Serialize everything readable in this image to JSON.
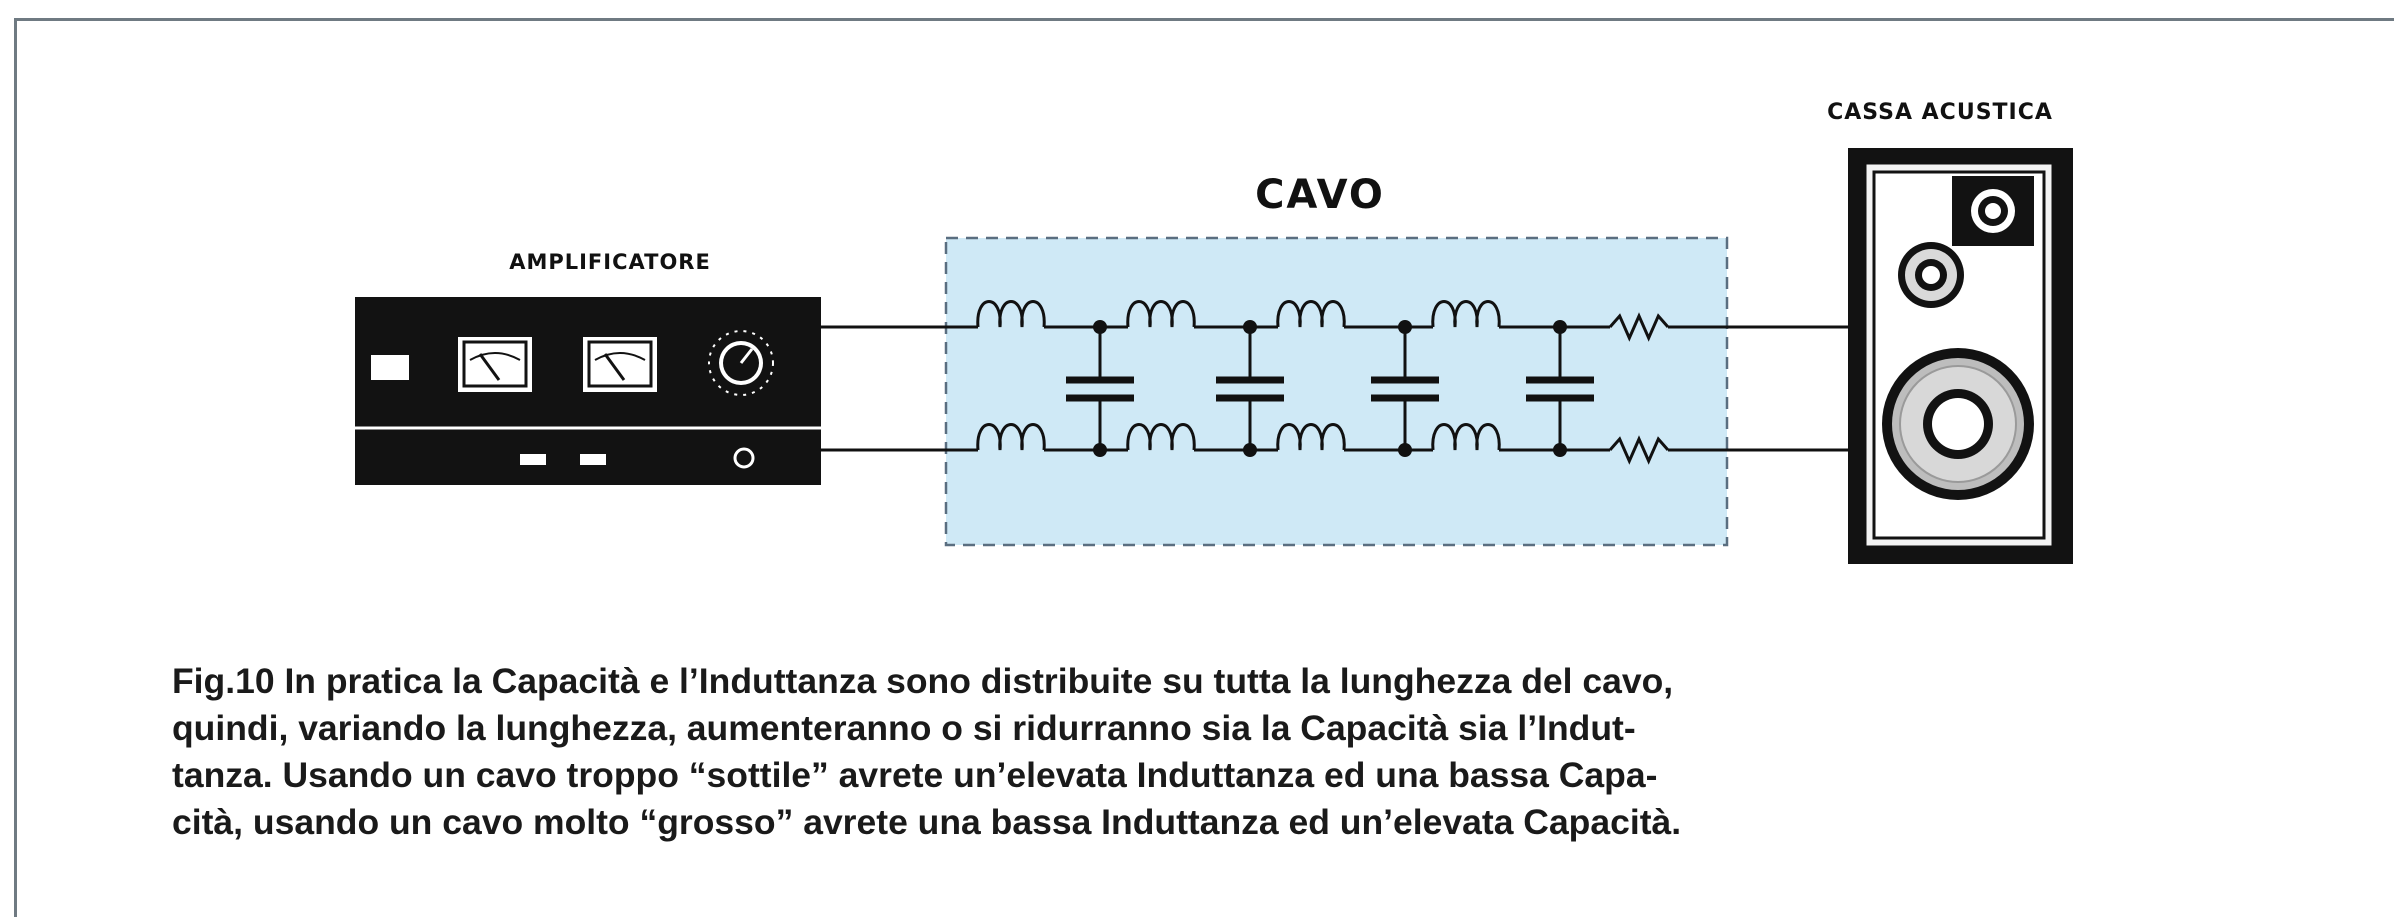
{
  "labels": {
    "amplifier": "AMPLIFICATORE",
    "cable": "CAVO",
    "speaker": "CASSA ACUSTICA"
  },
  "caption": {
    "lines": [
      "Fig.10 In pratica la Capacità e l’Induttanza sono distribuite su tutta la lunghezza del cavo,",
      "quindi, variando la lunghezza, aumenteranno o si ridurranno sia la Capacità sia l’Indut-",
      "tanza. Usando un cavo troppo “sottile” avrete un’elevata Induttanza ed una bassa Capa-",
      "cità, usando un cavo molto “grosso” avrete una bassa Induttanza ed un’elevata Capacità."
    ]
  },
  "colors": {
    "cable_fill": "#cfe9f6",
    "cable_border": "#5a6e80",
    "ink": "#111111",
    "frame": "#6f7a82"
  },
  "circuit": {
    "inductors_per_line": 4,
    "capacitors": 4,
    "resistors_per_line": 1
  }
}
